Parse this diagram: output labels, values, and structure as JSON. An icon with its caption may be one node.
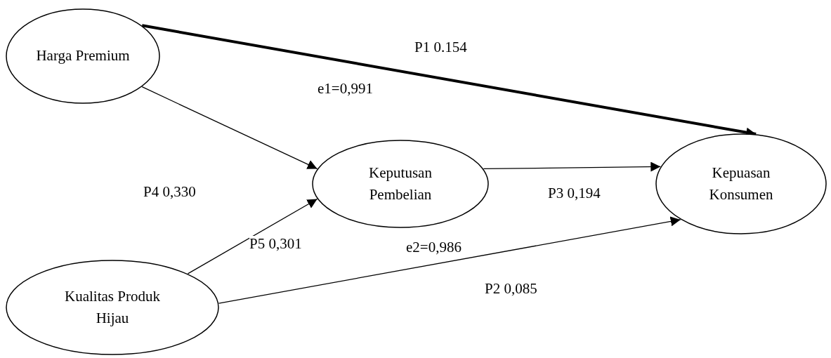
{
  "diagram": {
    "nodes": [
      {
        "text": [
          "Harga Premium"
        ]
      },
      {
        "text": [
          "Keputusan Pembelian"
        ]
      },
      {
        "text": [
          "Kepuasan Konsumen"
        ]
      },
      {
        "text": [
          "Kualitas Produk Hijau"
        ]
      }
    ],
    "edges": [
      {
        "from": 0,
        "to": 2,
        "arrow": "to",
        "label": "P1 0.154",
        "style": "thick"
      },
      {
        "from": 0,
        "to": 1,
        "arrow": "to",
        "label": "P4 0,330"
      },
      {
        "from": 1,
        "to": 2,
        "arrow": "to",
        "label": "P3 0,194"
      },
      {
        "from": 3,
        "to": 1,
        "arrow": "to",
        "label": "P5 0,301"
      },
      {
        "from": 3,
        "to": 2,
        "arrow": "to",
        "label": "P2 0,085"
      }
    ],
    "labels": [
      "e1=0,991",
      "e2=0,986"
    ]
  }
}
